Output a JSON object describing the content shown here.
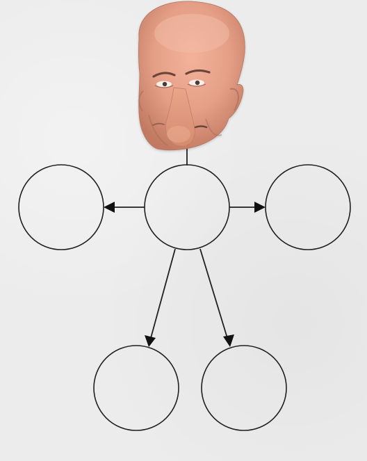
{
  "diagram": {
    "background_color": "#ececec",
    "line_color": "#1f1f1f",
    "head_image": "face-photo",
    "nodes": [
      {
        "id": "center"
      },
      {
        "id": "left"
      },
      {
        "id": "right"
      },
      {
        "id": "bottom-left"
      },
      {
        "id": "bottom-right"
      }
    ],
    "edges": [
      {
        "from": "head",
        "to": "center",
        "arrow": false
      },
      {
        "from": "center",
        "to": "left",
        "arrow": true
      },
      {
        "from": "center",
        "to": "right",
        "arrow": true
      },
      {
        "from": "center",
        "to": "bottom-left",
        "arrow": true
      },
      {
        "from": "center",
        "to": "bottom-right",
        "arrow": true
      }
    ]
  }
}
